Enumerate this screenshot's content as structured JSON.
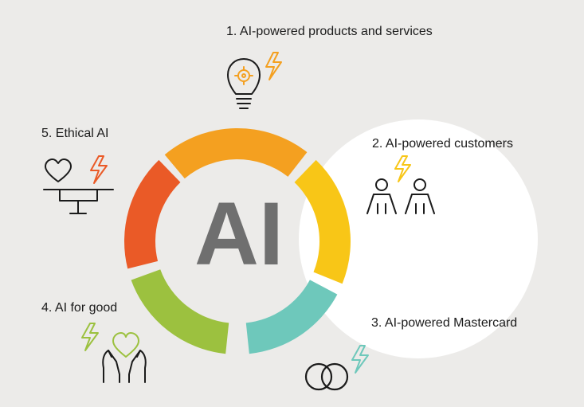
{
  "center_label": "AI",
  "pillars": [
    {
      "label": "1. AI-powered products and services",
      "icon": "lightbulb-gear-icon",
      "color": "#f4a020"
    },
    {
      "label": "2. AI-powered customers",
      "icon": "people-icon",
      "color": "#f8c617"
    },
    {
      "label": "3. AI-powered Mastercard",
      "icon": "mastercard-circles-icon",
      "color": "#6ec8bb"
    },
    {
      "label": "4. AI for good",
      "icon": "hands-heart-icon",
      "color": "#9cc13f"
    },
    {
      "label": "5. Ethical AI",
      "icon": "scale-heart-icon",
      "color": "#ea5a27"
    }
  ],
  "colors": {
    "background": "#ecebe9",
    "highlight_circle": "#ffffff",
    "center_text": "#6f6f6f",
    "icon_stroke": "#1b1b1b"
  }
}
